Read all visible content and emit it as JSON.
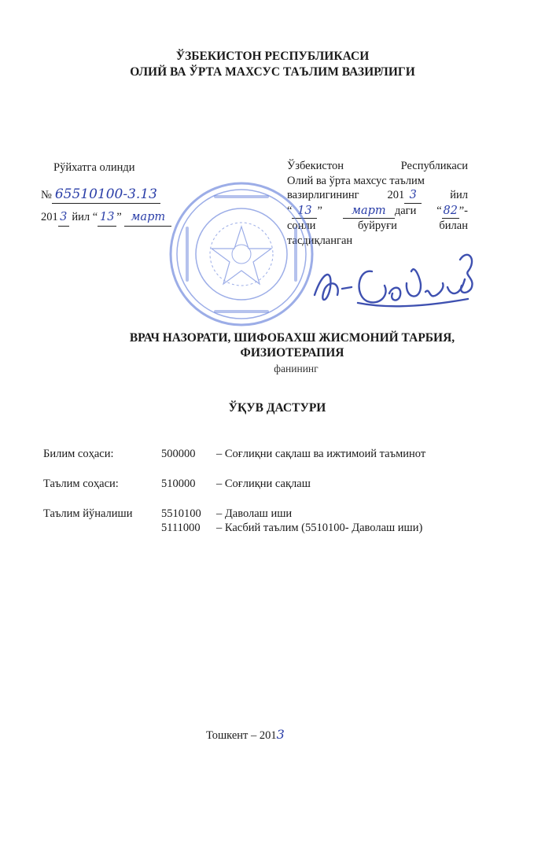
{
  "header": {
    "line1": "ЎЗБЕКИСТОН РЕСПУБЛИКАСИ",
    "line2": "ОЛИЙ ВА ЎРТА МАХСУС ТАЪЛИМ ВАЗИРЛИГИ"
  },
  "registration": {
    "label": "Рўйхатга олинди",
    "number_prefix": "№",
    "number_handwritten": "65510100-3.13",
    "year_prefix": "201",
    "year_hand": "3",
    "year_word": "йил",
    "day_hand": "13",
    "month_hand": "март"
  },
  "approval": {
    "line1_a": "Ўзбекистон",
    "line1_b": "Республикаси",
    "line2": "Олий ва ўрта махсус таълим",
    "line3_a": "вазирлигининг",
    "line3_year": "201",
    "line3_year_hand": "3",
    "line3_b": "йил",
    "line4_day_hand": "13",
    "line4_month_hand": "март",
    "line4_suffix": "даги",
    "line4_order_hand": "82",
    "line4_tail": "-",
    "line5_a": "сонли",
    "line5_b": "буйруғи",
    "line5_c": "билан",
    "line6": "тасдиқланган"
  },
  "title": {
    "main_line1": "ВРАЧ НАЗОРАТИ, ШИФОБАХШ ЖИСМОНИЙ ТАРБИЯ,",
    "main_line2": "ФИЗИОТЕРАПИЯ",
    "subtitle": "фанининг"
  },
  "program_title": "ЎҚУВ ДАСТУРИ",
  "info": [
    {
      "label": "Билим соҳаси:",
      "code": "500000",
      "desc": "– Соғлиқни сақлаш ва ижтимоий таъминот"
    },
    {
      "label": "Таълим соҳаси:",
      "code": "510000",
      "desc": "– Соғлиқни сақлаш"
    },
    {
      "label": "Таълим йўналиши",
      "code": "5510100",
      "desc": "– Даволаш иши"
    },
    {
      "label": "",
      "code": "5111000",
      "desc": "– Касбий таълим  (5510100- Даволаш иши)"
    }
  ],
  "footer": {
    "city": "Тошкент – 201",
    "year_hand": "3"
  },
  "colors": {
    "stamp_ink": "#5b78d8",
    "pen_ink": "#2a3ea8",
    "text": "#1a1a1a"
  }
}
